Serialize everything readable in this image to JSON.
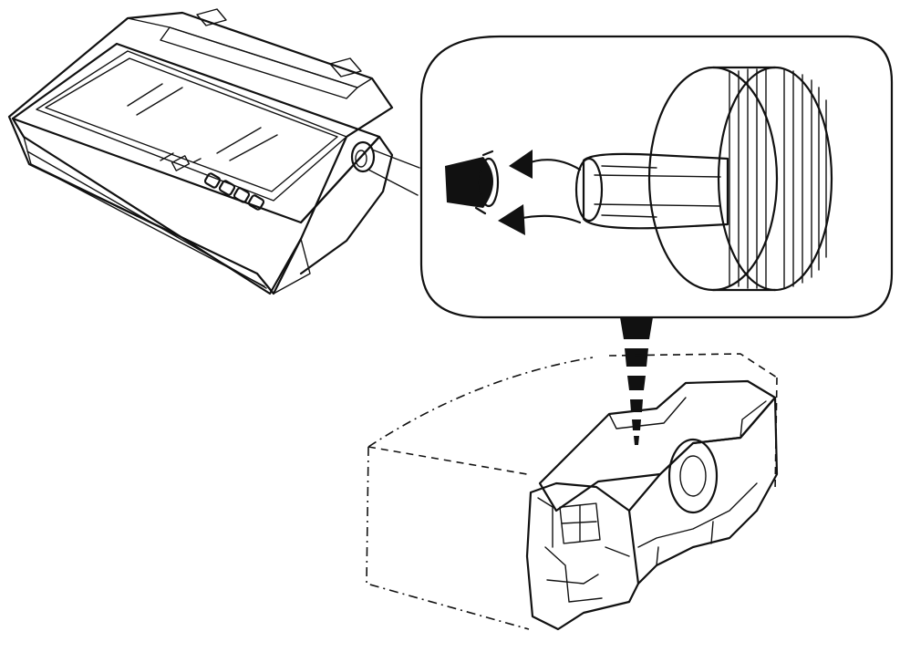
{
  "figure": {
    "description_visible_text": []
  },
  "colors": {
    "ink": "#111111",
    "paper": "#ffffff"
  },
  "parts": {
    "printer": "printer",
    "detail_callout": "knob-detail-callout",
    "knob": "platen-knob",
    "cap": "removed-cap",
    "arrows": [
      "arrow-upper",
      "arrow-lower"
    ],
    "cartridge": "ribbon-cartridge"
  }
}
